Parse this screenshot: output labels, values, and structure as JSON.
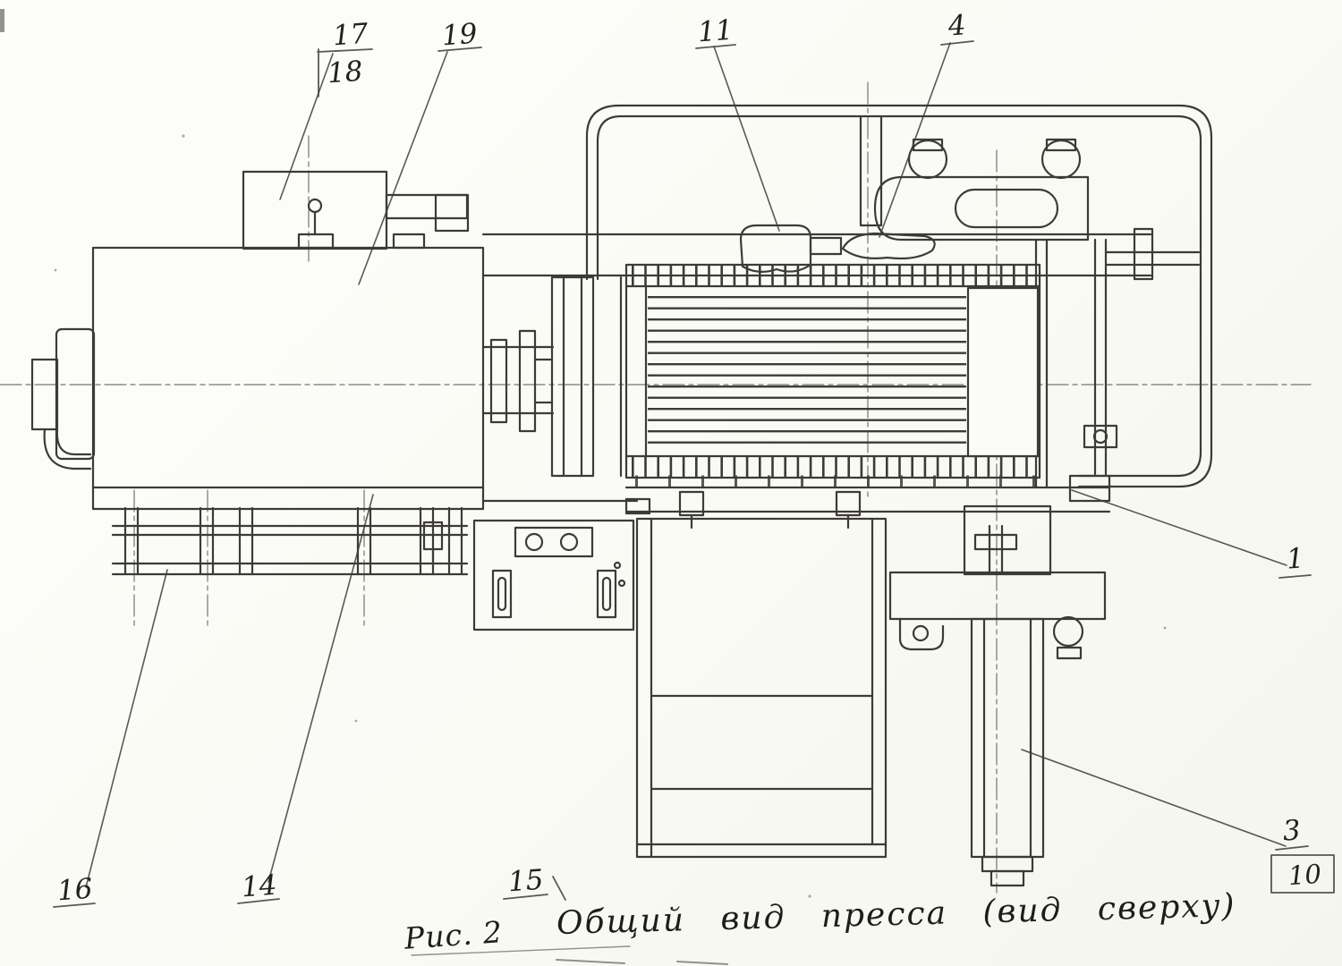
{
  "figure": {
    "label": "Рис. 2",
    "title": "Общий вид пресса (вид сверху)"
  },
  "callouts": [
    {
      "id": "1",
      "label": "1"
    },
    {
      "id": "3",
      "label": "3"
    },
    {
      "id": "4",
      "label": "4"
    },
    {
      "id": "10",
      "label": "10"
    },
    {
      "id": "11",
      "label": "11"
    },
    {
      "id": "14",
      "label": "14"
    },
    {
      "id": "15",
      "label": "15"
    },
    {
      "id": "16",
      "label": "16"
    },
    {
      "id": "17",
      "label": "17"
    },
    {
      "id": "18",
      "label": "18"
    },
    {
      "id": "19",
      "label": "19"
    }
  ],
  "drawing": {
    "ink_color": "#2c2b28",
    "paper_color": "#fcfcf8"
  }
}
